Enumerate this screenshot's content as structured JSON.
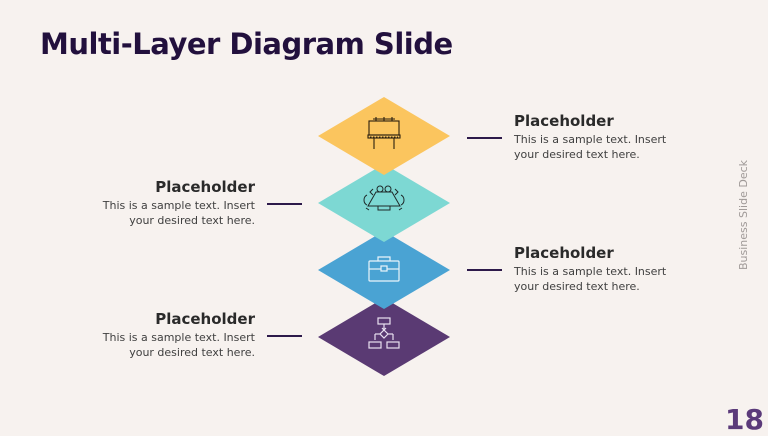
{
  "slide": {
    "title": "Multi-Layer Diagram Slide",
    "side_label": "Business Slide Deck",
    "page_number": "18"
  },
  "layers": [
    {
      "color": "#fbc55e",
      "icon": "billboard-icon",
      "side": "right",
      "heading": "Placeholder",
      "line1": "This is a sample text. Insert",
      "line2": "your desired text here."
    },
    {
      "color": "#7dd8d3",
      "icon": "conference-table-icon",
      "side": "left",
      "heading": "Placeholder",
      "line1": "This is a sample text. Insert",
      "line2": "your desired text here."
    },
    {
      "color": "#4aa3d3",
      "icon": "briefcase-icon",
      "side": "right",
      "heading": "Placeholder",
      "line1": "This is a sample text. Insert",
      "line2": "your desired text here."
    },
    {
      "color": "#5a3a73",
      "icon": "flowchart-icon",
      "side": "left",
      "heading": "Placeholder",
      "line1": "This is a sample text. Insert",
      "line2": "your desired text here."
    }
  ],
  "colors": {
    "background": "#f7f2ef",
    "title": "#22103d",
    "connector": "#2d1a4a",
    "page_number": "#5b3a7a"
  }
}
